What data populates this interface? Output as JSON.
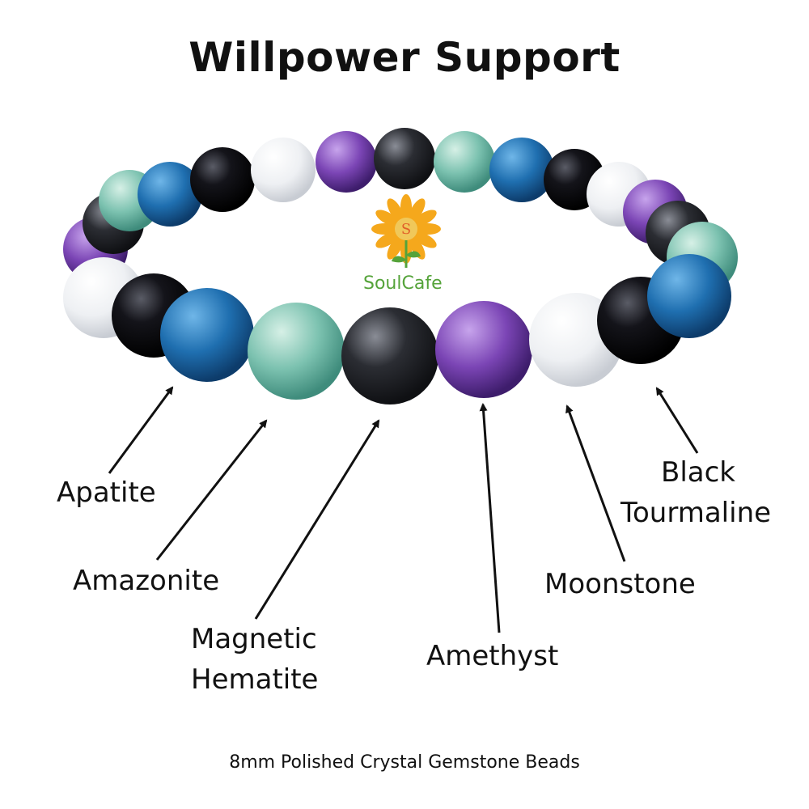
{
  "title": "Willpower Support",
  "brand": "SoulCafe",
  "stones": {
    "apatite": "Apatite",
    "amazonite": "Amazonite",
    "hematite_1": "Magnetic",
    "hematite_2": "Hematite",
    "amethyst": "Amethyst",
    "moonstone": "Moonstone",
    "tourmaline_1": "Black",
    "tourmaline_2": "Tourmaline"
  },
  "caption": "8mm  Polished Crystal Gemstone Beads",
  "colors": {
    "apatite": "#1f6fb0",
    "amazonite": "#7cc2b0",
    "hematite": "#2b2d33",
    "amethyst": "#7b45b5",
    "moonstone": "#eef0f3",
    "black_tourmaline": "#0c0c10",
    "sunflower": "#f5a81c",
    "brand_green": "#55a33a"
  }
}
